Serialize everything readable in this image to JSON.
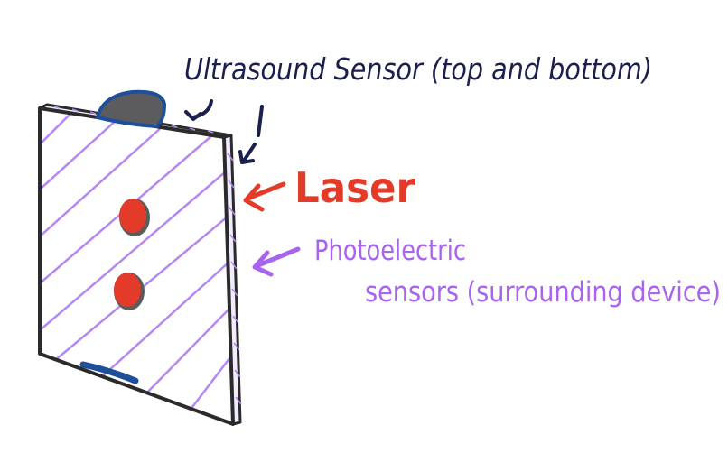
{
  "colors": {
    "navy": "#1a1f4d",
    "red": "#e33a2a",
    "purple": "#a864f0",
    "hatch": "#b487f2",
    "sensor_blue": "#1f4f9a",
    "sensor_gray": "#5c5c5f",
    "frame": "#2b2b2b"
  },
  "labels": {
    "ultrasound": "Ultrasound Sensor (top and bottom)",
    "laser": "Laser",
    "photoelectric_line1": "Photoelectric",
    "photoelectric_line2": "sensors (surrounding device)"
  },
  "icons": [
    "ultrasound-sensor-top-icon",
    "ultrasound-sensor-bottom-icon",
    "laser-dot-icon",
    "arrow-icon"
  ]
}
